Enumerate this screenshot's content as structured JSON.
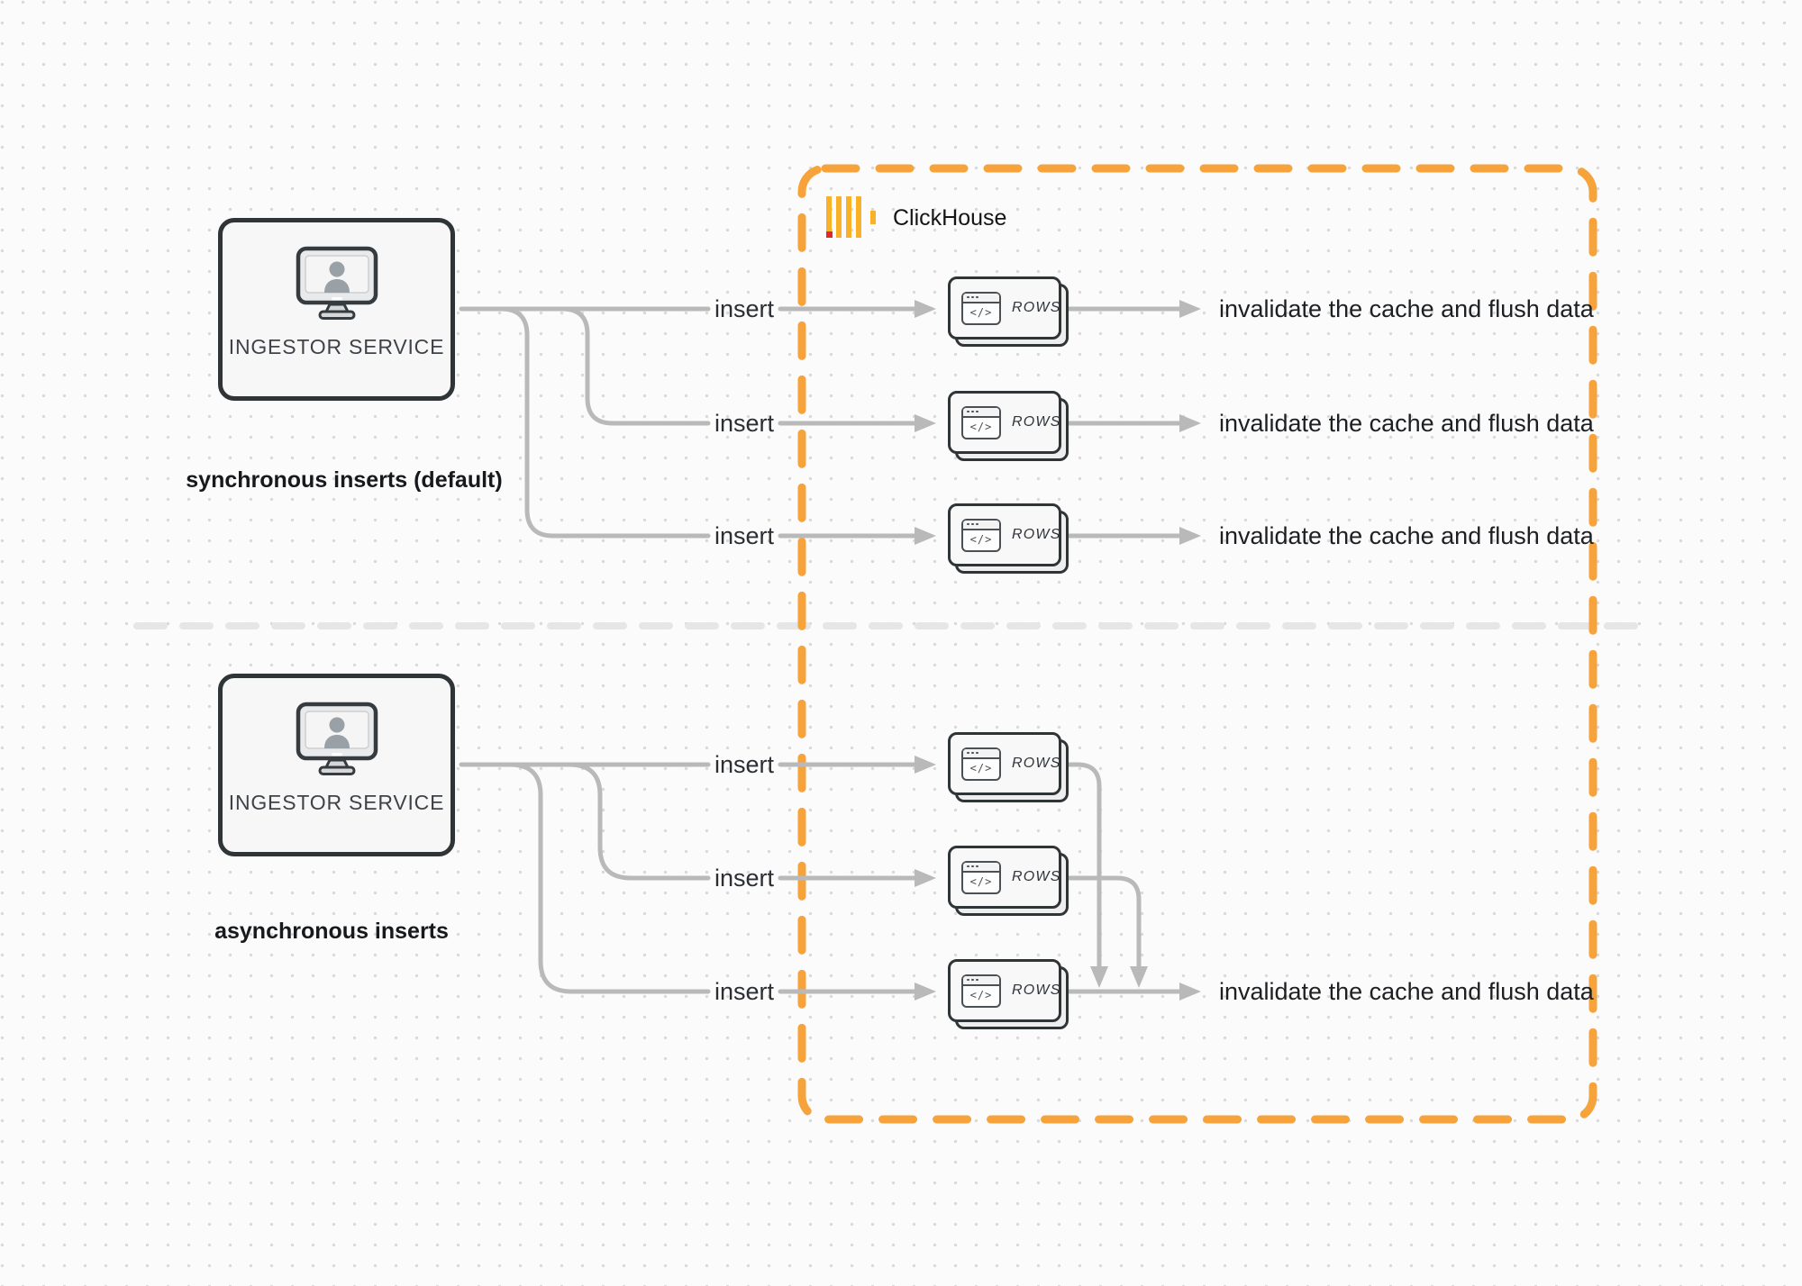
{
  "cluster": {
    "label": "ClickHouse",
    "logo_icon": "clickhouse-logo",
    "border_color": "#F6A33C",
    "logo_yellow": "#F9B127",
    "logo_red": "#E3262C"
  },
  "sections": {
    "synchronous": {
      "caption": "synchronous inserts (default)",
      "source_label": "INGESTOR SERVICE",
      "source_icon": "monitor-user-icon",
      "rows": [
        {
          "insert": "insert",
          "node": "ROWS",
          "result": "invalidate the cache and flush data"
        },
        {
          "insert": "insert",
          "node": "ROWS",
          "result": "invalidate the cache and flush data"
        },
        {
          "insert": "insert",
          "node": "ROWS",
          "result": "invalidate the cache and flush data"
        }
      ]
    },
    "asynchronous": {
      "caption": "asynchronous inserts",
      "source_label": "INGESTOR SERVICE",
      "source_icon": "monitor-user-icon",
      "rows": [
        {
          "insert": "insert",
          "node": "ROWS"
        },
        {
          "insert": "insert",
          "node": "ROWS"
        },
        {
          "insert": "insert",
          "node": "ROWS"
        }
      ],
      "result": "invalidate the cache and flush data"
    }
  },
  "icons": {
    "node_icon": "code-window-icon",
    "code_glyph": "</>"
  },
  "colors": {
    "connector_gray": "#B9B9B9",
    "stroke_dark": "#2F3437",
    "divider_gray": "#E6E6E6",
    "background": "#FBFBFB"
  }
}
